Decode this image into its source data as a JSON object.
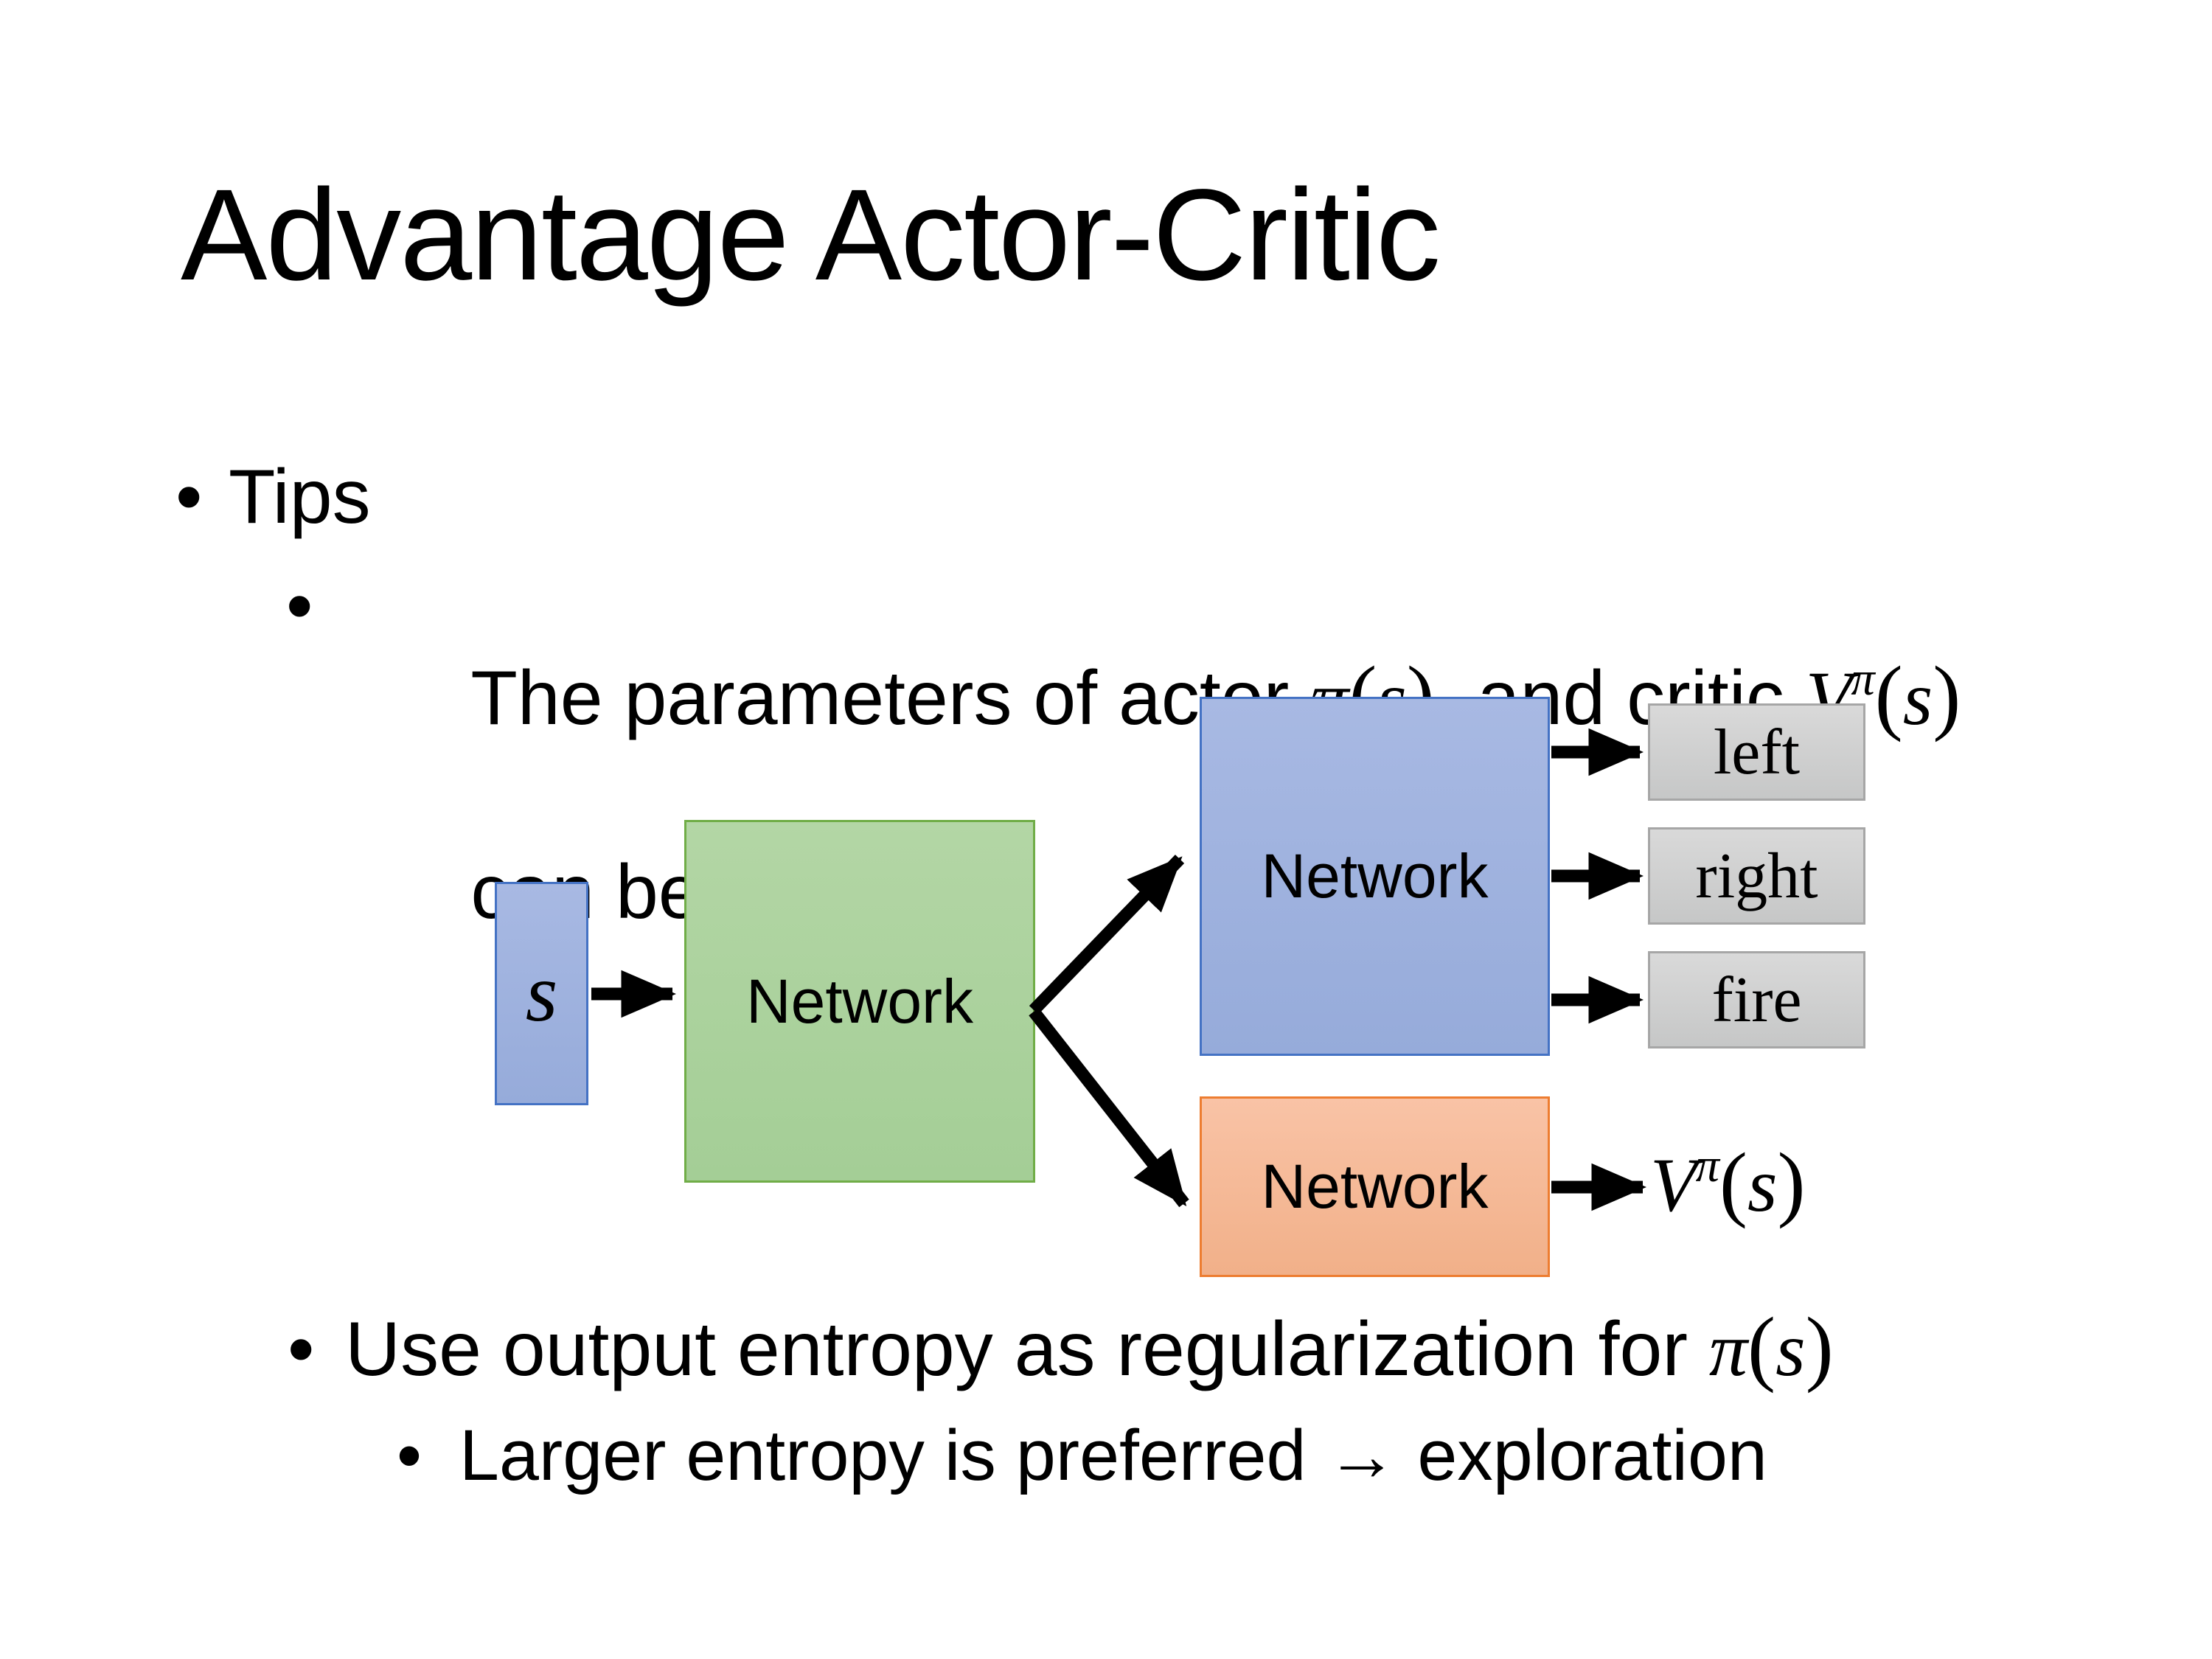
{
  "slide": {
    "title": "Advantage Actor-Critic",
    "bullet_char": "•",
    "bullets": {
      "tips_label": "Tips",
      "shared_line1_segments": [
        {
          "text": "The parameters of actor "
        },
        {
          "text": "π",
          "math": true
        },
        {
          "text": "(",
          "paren": true
        },
        {
          "text": "s",
          "math": true
        },
        {
          "text": ")",
          "paren": true
        },
        {
          "text": "  and critic "
        },
        {
          "text": "V",
          "math": true
        },
        {
          "text": "π",
          "math": true,
          "sup": true
        },
        {
          "text": "(",
          "paren": true
        },
        {
          "text": "s",
          "math": true
        },
        {
          "text": ")",
          "paren": true
        }
      ],
      "shared_line2": "can be shared",
      "entropy_line_segments": [
        {
          "text": "Use output entropy as regularization for "
        },
        {
          "text": "π",
          "math": true
        },
        {
          "text": "(",
          "paren": true
        },
        {
          "text": "s",
          "math": true
        },
        {
          "text": ")",
          "paren": true
        }
      ],
      "exploration_line": "Larger entropy is preferred → exploration"
    },
    "diagram": {
      "input_label_segments": [
        {
          "text": "s",
          "math": true
        }
      ],
      "shared_network_label": "Network",
      "actor_network_label": "Network",
      "critic_network_label": "Network",
      "action_labels": [
        "left",
        "right",
        "fire"
      ],
      "value_output_segments": [
        {
          "text": "V",
          "math": true
        },
        {
          "text": "π",
          "math": true,
          "sup": true
        },
        {
          "text": "(",
          "paren": true
        },
        {
          "text": "s",
          "math": true
        },
        {
          "text": ")",
          "paren": true
        }
      ],
      "box_styles": {
        "blue": {
          "top": "#a8b9e3",
          "bottom": "#96abda",
          "border": "#4472c4"
        },
        "green": {
          "top": "#b3d6a5",
          "bottom": "#a4ce96",
          "border": "#70ad47"
        },
        "orange": {
          "top": "#f9c3a6",
          "bottom": "#f1b089",
          "border": "#ed7d31"
        },
        "gray": {
          "top": "#d9d9d9",
          "bottom": "#c6c7c7",
          "border": "#a6a6a6"
        }
      },
      "arrow_color": "#000000"
    }
  }
}
